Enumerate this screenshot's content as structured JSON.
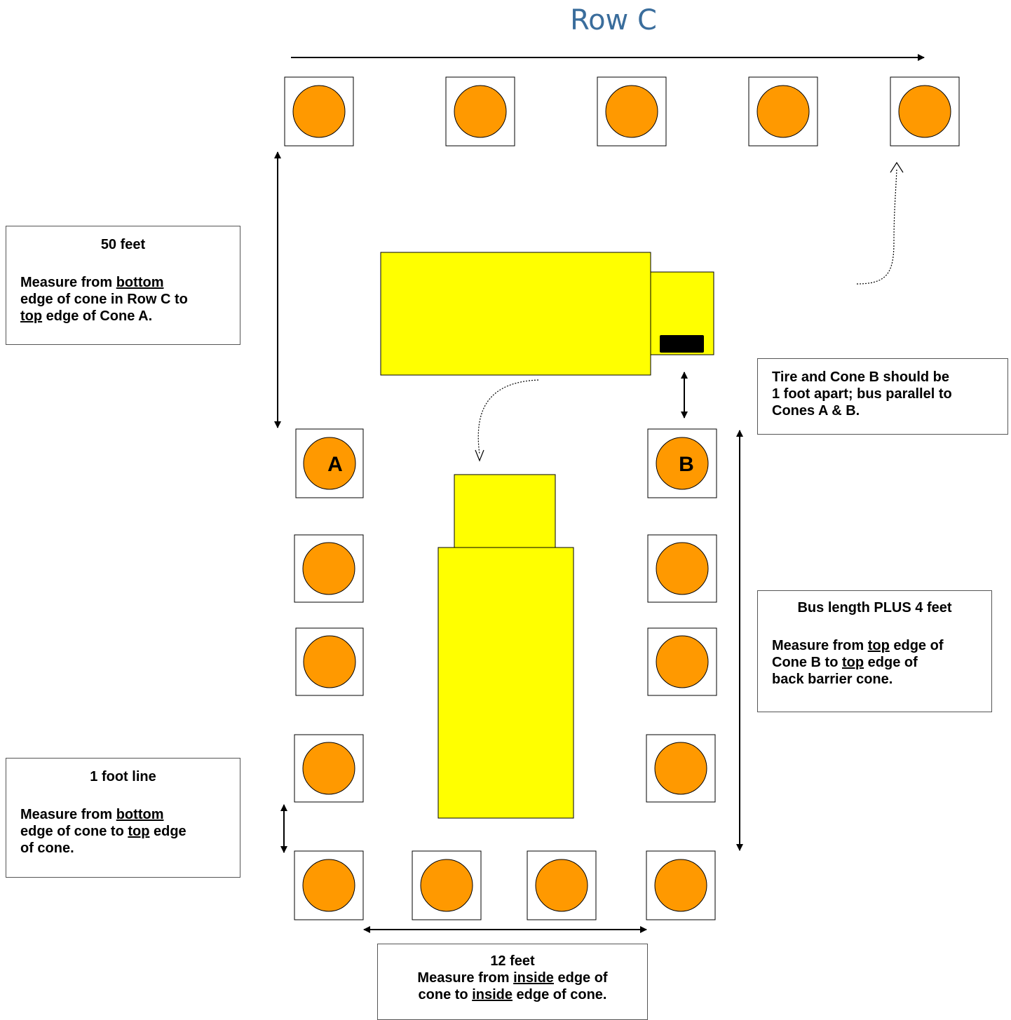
{
  "row_title": "Row C",
  "cone_letters": {
    "a": "A",
    "b": "B"
  },
  "colors": {
    "cone_fill": "#FF9900",
    "bus_fill": "#FFFF00",
    "title_color": "#3A6D9C"
  },
  "notes": {
    "fifty_feet": {
      "heading": "50 feet",
      "l1_pre": "Measure from ",
      "l1_u": "bottom",
      "l2": "edge of cone in Row C to",
      "l3_u": "top",
      "l3_post": " edge of Cone A."
    },
    "tire_cone": {
      "l1": "Tire and Cone B should be",
      "l2": "1 foot apart; bus parallel to",
      "l3": "Cones A & B."
    },
    "bus_length": {
      "heading": "Bus length PLUS 4 feet",
      "l1_pre": "Measure from ",
      "l1_u": "top",
      "l1_post": " edge of",
      "l2_pre": "Cone B to ",
      "l2_u": "top",
      "l2_post": " edge of",
      "l3": "back barrier cone."
    },
    "one_foot": {
      "heading": "1 foot line",
      "l1_pre": "Measure from ",
      "l1_u": "bottom",
      "l2_pre": "edge of cone to ",
      "l2_u": "top",
      "l2_post": " edge",
      "l3": "of cone."
    },
    "twelve_feet": {
      "heading": "12 feet",
      "l1_pre": "Measure from ",
      "l1_u": "inside",
      "l1_post": " edge of",
      "l2_pre": "cone to ",
      "l2_u": "inside",
      "l2_post": " edge of cone."
    }
  }
}
